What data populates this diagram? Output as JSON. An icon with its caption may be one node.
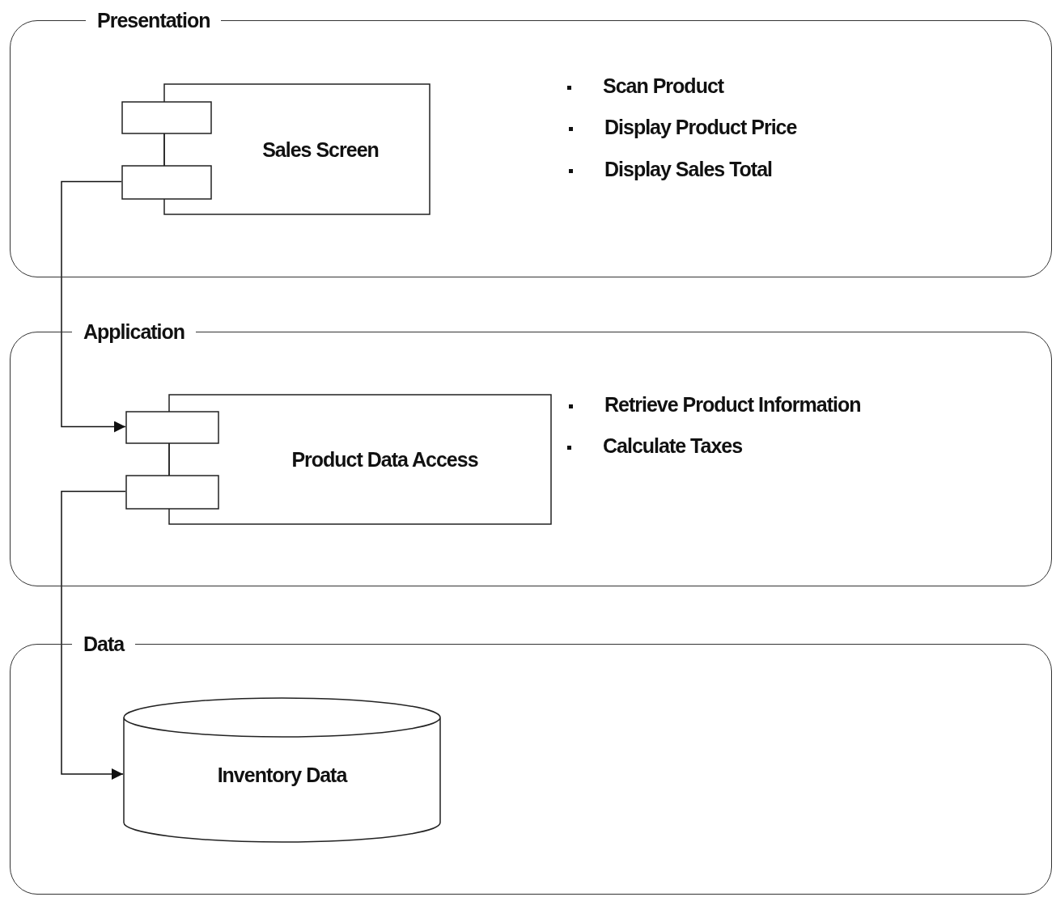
{
  "diagram": {
    "nodes": [
      {
        "text": [
          "Presentation"
        ]
      },
      {
        "text": [
          "Sales Screen"
        ],
        "in": 0
      },
      {
        "text": [
          "Application"
        ]
      },
      {
        "text": [
          "Product Data Access"
        ],
        "in": 2
      },
      {
        "text": [
          "Data"
        ]
      },
      {
        "text": [
          "Inventory Data"
        ],
        "in": 4
      }
    ],
    "edges": [
      {
        "from": 1,
        "to": 3,
        "arrow": "to"
      },
      {
        "from": 3,
        "to": 5,
        "arrow": "to"
      }
    ],
    "labels": [
      "Scan Product",
      "Display Product Price",
      "Display Sales Total",
      "Retrieve Product Information",
      "Calculate Taxes"
    ]
  }
}
